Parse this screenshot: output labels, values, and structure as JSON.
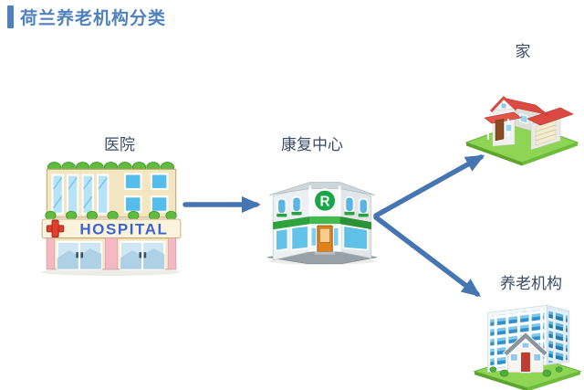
{
  "page": {
    "title": "荷兰养老机构分类",
    "background_color": "#ffffff",
    "accent_color": "#4f81bd"
  },
  "diagram": {
    "arrow_color": "#4676b1",
    "label_color": "#3c4b66",
    "lawn_color": "#8ed455",
    "nodes": {
      "hospital": {
        "label": "医院",
        "icon": "hospital-building-icon",
        "building_sign": "HOSPITAL"
      },
      "rehab": {
        "label": "康复中心",
        "icon": "rehab-center-building-icon",
        "logo_letter": "R"
      },
      "home": {
        "label": "家",
        "icon": "house-icon"
      },
      "nursing": {
        "label": "养老机构",
        "icon": "nursing-home-building-icon"
      }
    },
    "flow": [
      {
        "from": "医院",
        "to": "康复中心"
      },
      {
        "from": "康复中心",
        "to": "家"
      },
      {
        "from": "康复中心",
        "to": "养老机构"
      }
    ]
  }
}
